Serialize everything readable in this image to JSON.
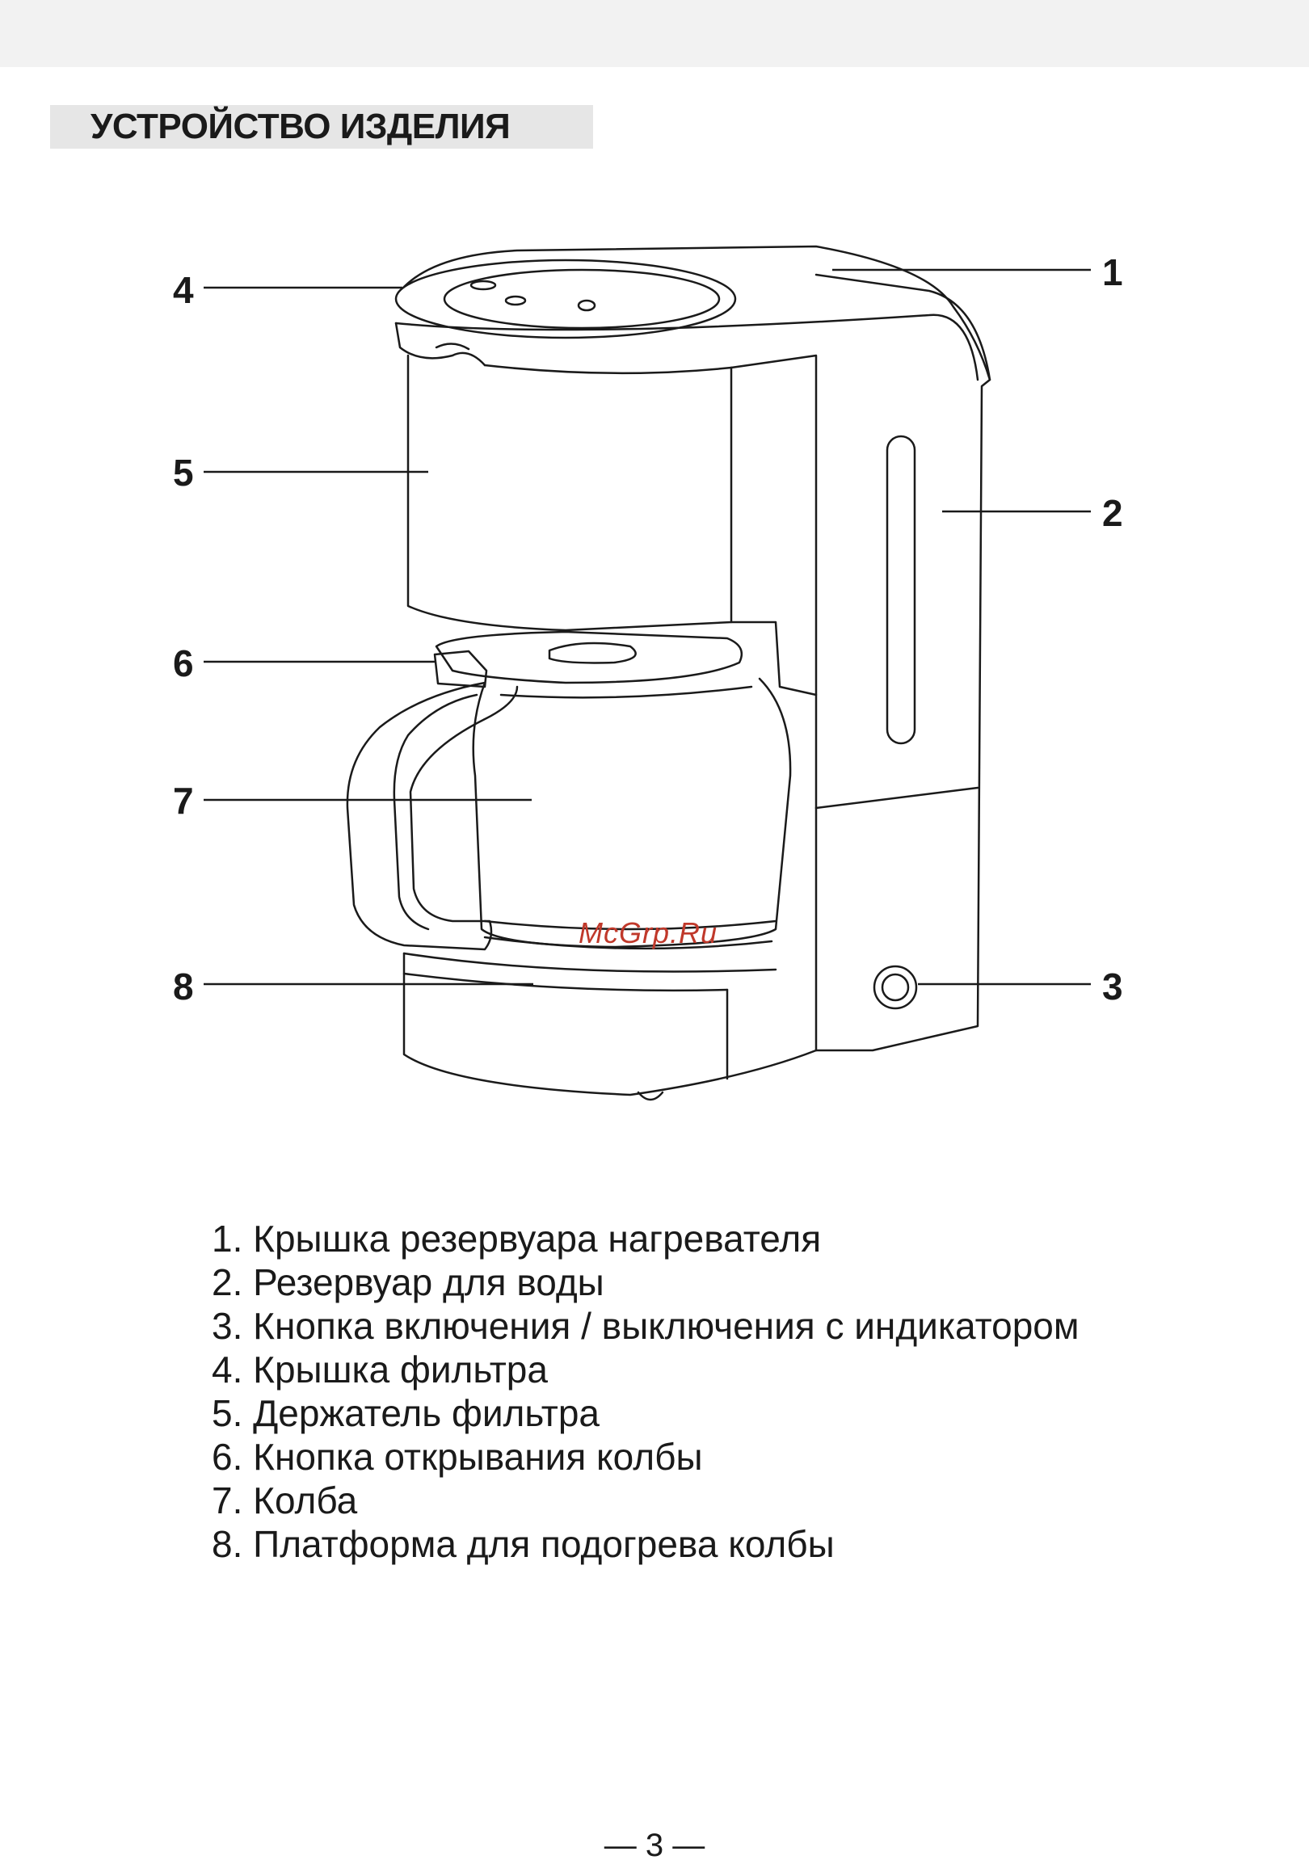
{
  "header": {
    "section_title": "УСТРОЙСТВО ИЗДЕЛИЯ"
  },
  "diagram": {
    "callouts": [
      "1",
      "2",
      "3",
      "4",
      "5",
      "6",
      "7",
      "8"
    ],
    "watermark": "McGrp.Ru"
  },
  "legend": {
    "items": [
      "1. Крышка резервуара нагревателя",
      "2. Резервуар для воды",
      "3. Кнопка включения / выключения с индикатором",
      "4. Крышка фильтра",
      "5. Держатель фильтра",
      "6. Кнопка открывания колбы",
      "7. Колба",
      "8. Платформа для подогрева колбы"
    ]
  },
  "footer": {
    "page_number": "— 3 —"
  }
}
